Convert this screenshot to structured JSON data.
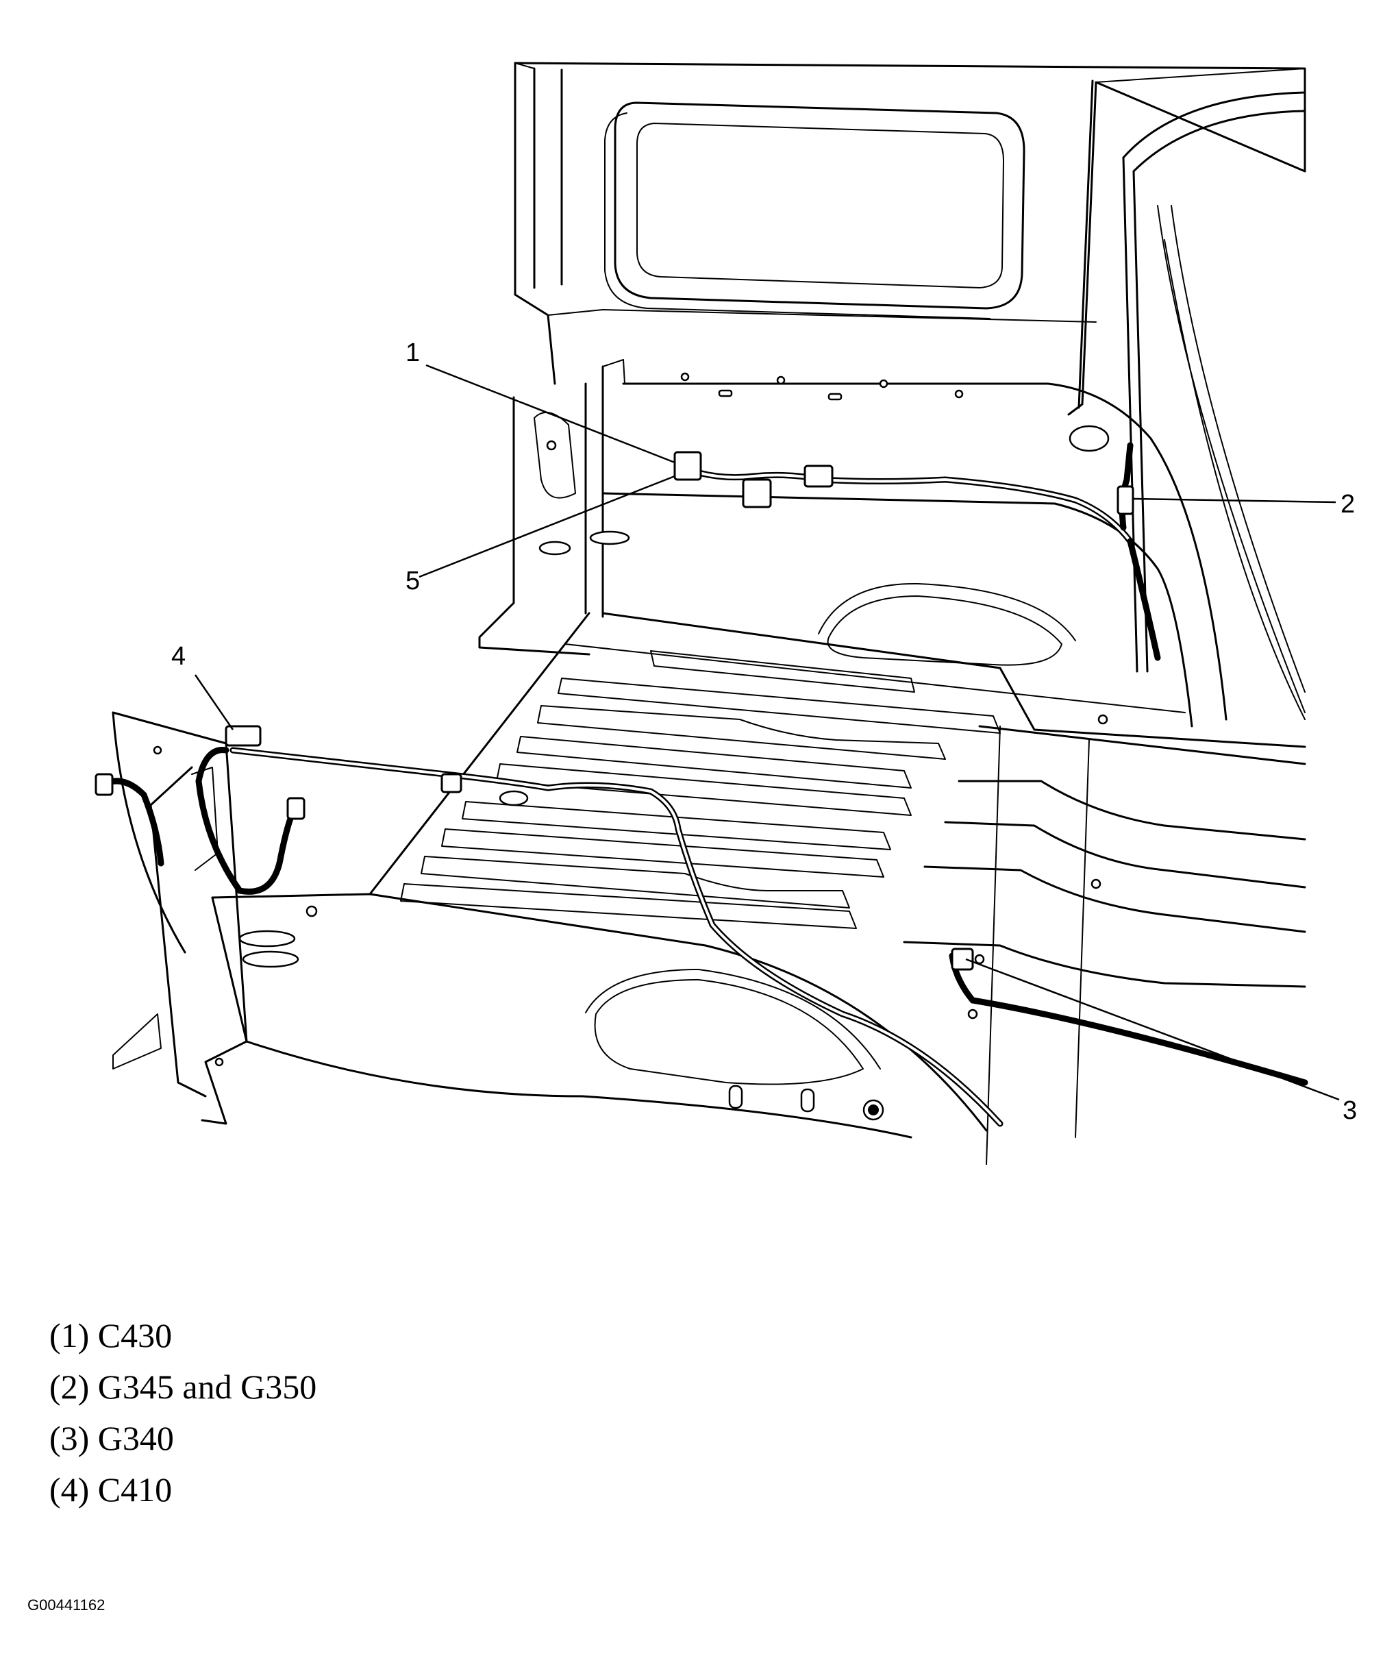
{
  "callouts": [
    {
      "number": "1"
    },
    {
      "number": "2"
    },
    {
      "number": "3"
    },
    {
      "number": "4"
    },
    {
      "number": "5"
    }
  ],
  "legend": [
    {
      "text": "(1) C430"
    },
    {
      "text": "(2) G345 and G350"
    },
    {
      "text": "(3) G340"
    },
    {
      "text": "(4) C410"
    }
  ],
  "figure_id": "G00441162"
}
